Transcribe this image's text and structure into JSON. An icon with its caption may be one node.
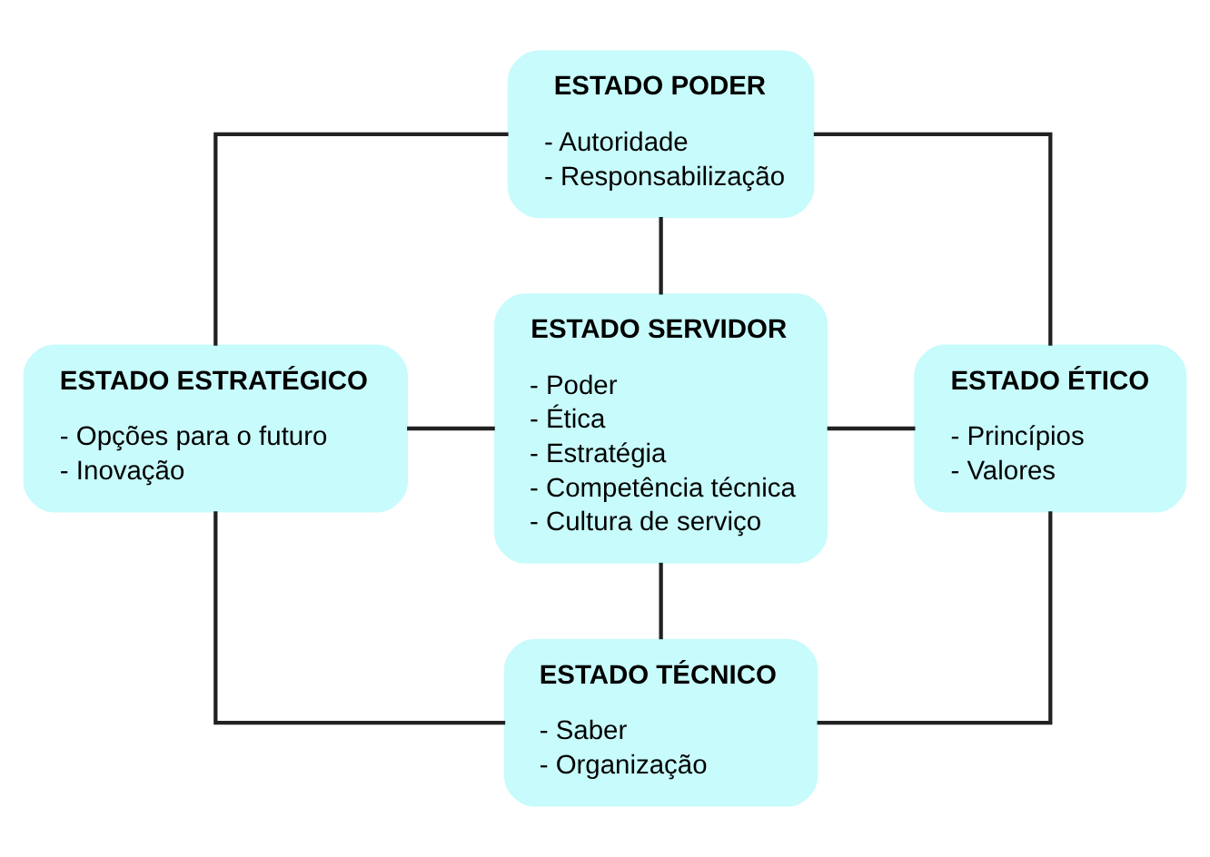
{
  "diagram": {
    "nodes": [
      {
        "text": [
          "ESTADO PODER",
          "- Autoridade",
          "- Responsabilização"
        ]
      },
      {
        "text": [
          "ESTADO ESTRATÉGICO",
          "- Opções para o futuro",
          "- Inovação"
        ]
      },
      {
        "text": [
          "ESTADO SERVIDOR",
          "- Poder",
          "- Ética",
          "- Estratégia",
          "- Competência técnica",
          "- Cultura de serviço"
        ]
      },
      {
        "text": [
          "ESTADO ÉTICO",
          "- Princípios",
          "- Valores"
        ]
      },
      {
        "text": [
          "ESTADO TÉCNICO",
          "- Saber",
          "- Organização"
        ]
      }
    ],
    "edges": [
      {
        "from": 0,
        "to": 1,
        "arrow": "none"
      },
      {
        "from": 0,
        "to": 2,
        "arrow": "none"
      },
      {
        "from": 0,
        "to": 3,
        "arrow": "none"
      },
      {
        "from": 1,
        "to": 2,
        "arrow": "none"
      },
      {
        "from": 2,
        "to": 3,
        "arrow": "none"
      },
      {
        "from": 1,
        "to": 4,
        "arrow": "none"
      },
      {
        "from": 2,
        "to": 4,
        "arrow": "none"
      },
      {
        "from": 3,
        "to": 4,
        "arrow": "none"
      }
    ]
  }
}
